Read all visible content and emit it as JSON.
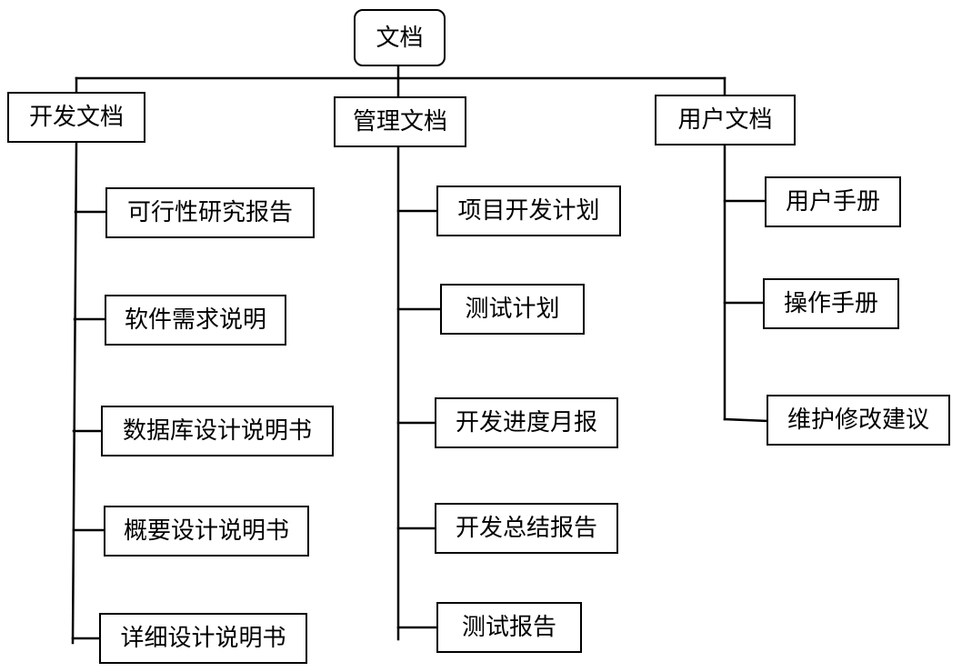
{
  "diagram": {
    "root": {
      "label": "文档"
    },
    "categories": [
      {
        "label": "开发文档",
        "children": [
          "可行性研究报告",
          "软件需求说明",
          "数据库设计说明书",
          "概要设计说明书",
          "详细设计说明书"
        ]
      },
      {
        "label": "管理文档",
        "children": [
          "项目开发计划",
          "测试计划",
          "开发进度月报",
          "开发总结报告",
          "测试报告"
        ]
      },
      {
        "label": "用户文档",
        "children": [
          "用户手册",
          "操作手册",
          "维护修改建议"
        ]
      }
    ],
    "colors": {
      "line": "#000000",
      "box_border": "#000000",
      "background": "#ffffff"
    }
  }
}
